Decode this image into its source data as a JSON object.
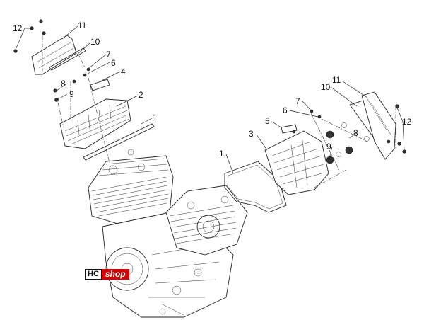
{
  "callouts": {
    "left": [
      "12",
      "11",
      "10",
      "7",
      "6",
      "4",
      "8",
      "9",
      "2",
      "1"
    ],
    "right": [
      "11",
      "10",
      "7",
      "6",
      "5",
      "3",
      "8",
      "9",
      "12",
      "1"
    ]
  },
  "logo": {
    "hc": "HC",
    "shop": "shop",
    "colors": {
      "shop_bg": "#d40000",
      "hc_bg": "#ffffff",
      "text": "#111111"
    }
  }
}
